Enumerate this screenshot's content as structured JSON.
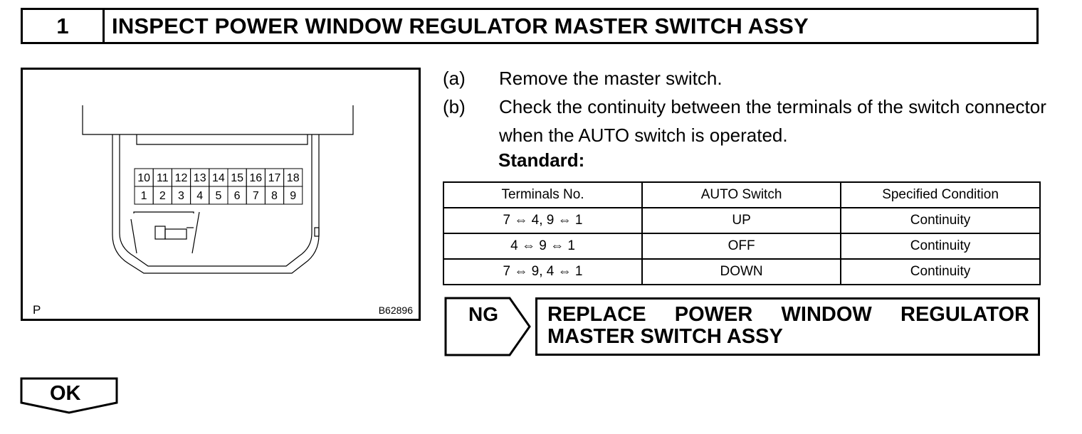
{
  "header": {
    "step_number": "1",
    "title": "INSPECT POWER WINDOW REGULATOR MASTER SWITCH ASSY"
  },
  "figure": {
    "corner_label": "P",
    "figure_id": "B62896",
    "terminals_top": [
      "10",
      "11",
      "12",
      "13",
      "14",
      "15",
      "16",
      "17",
      "18"
    ],
    "terminals_bottom": [
      "1",
      "2",
      "3",
      "4",
      "5",
      "6",
      "7",
      "8",
      "9"
    ]
  },
  "steps": [
    {
      "label": "(a)",
      "text": "Remove the master switch."
    },
    {
      "label": "(b)",
      "text": "Check the continuity between the terminals of the switch connector when the AUTO switch is operated."
    }
  ],
  "standard_label": "Standard:",
  "table": {
    "headers": [
      "Terminals No.",
      "AUTO Switch",
      "Specified Condition"
    ],
    "rows": [
      [
        "7 ⇔ 4, 9 ⇔ 1",
        "UP",
        "Continuity"
      ],
      [
        "4 ⇔ 9 ⇔ 1",
        "OFF",
        "Continuity"
      ],
      [
        "7 ⇔ 9, 4 ⇔ 1",
        "DOWN",
        "Continuity"
      ]
    ]
  },
  "ng": {
    "label": "NG",
    "action_line1": "REPLACE POWER WINDOW REGULATOR",
    "action_line2": "MASTER SWITCH ASSY"
  },
  "ok": {
    "label": "OK"
  }
}
